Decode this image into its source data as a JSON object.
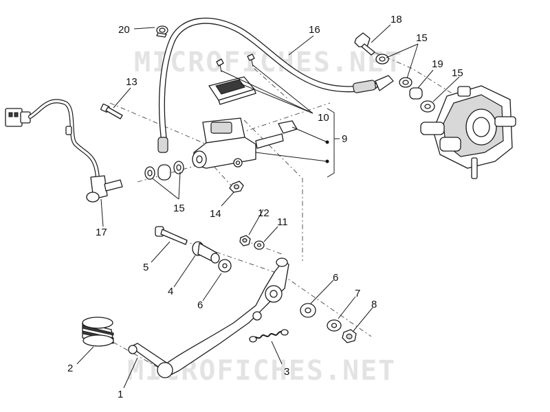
{
  "watermark": "MICROFICHES.NET",
  "callouts": [
    "1",
    "2",
    "3",
    "4",
    "5",
    "6",
    "6",
    "7",
    "8",
    "9",
    "10",
    "11",
    "12",
    "13",
    "14",
    "15",
    "15",
    "15",
    "15",
    "16",
    "17",
    "18",
    "19",
    "20"
  ]
}
